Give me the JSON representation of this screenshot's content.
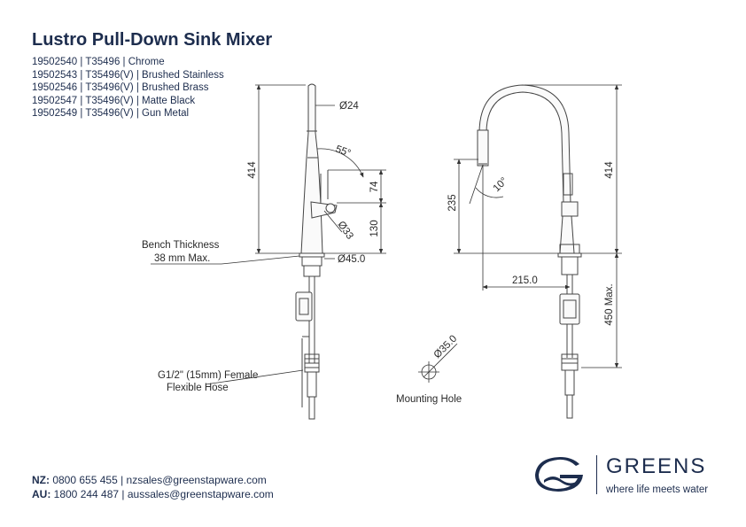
{
  "title": "Lustro Pull-Down Sink Mixer",
  "variants": [
    "19502540 | T35496 | Chrome",
    "19502543 | T35496(V) | Brushed Stainless",
    "19502546 | T35496(V) | Brushed Brass",
    "19502547 | T35496(V) | Matte Black",
    "19502549 | T35496(V) | Gun Metal"
  ],
  "dimensions": {
    "left_height": "414",
    "spout_dia": "Ø24",
    "angle_handle": "55°",
    "handle_rise": "74",
    "handle_height": "130",
    "handle_dia": "Ø33",
    "base_dia": "Ø45.0",
    "right_height": "414",
    "spray_height": "235",
    "spray_angle": "10°",
    "reach": "215.0",
    "below_bench": "450 Max.",
    "hole_dia": "Ø35.0"
  },
  "labels": {
    "bench_line1": "Bench Thickness",
    "bench_line2": "38 mm Max.",
    "hose_line1": "G1/2\" (15mm) Female",
    "hose_line2": "Flexible Hose",
    "mounting_hole": "Mounting Hole"
  },
  "footer": {
    "nz_label": "NZ:",
    "nz_text": " 0800 655 455 | nzsales@greenstapware.com",
    "au_label": "AU:",
    "au_text": " 1800 244 487 | aussales@greenstapware.com"
  },
  "brand": {
    "name": "GREENS",
    "tagline": "where life meets water",
    "logo_icon": "greens-wave-logo",
    "color": "#1d2d4e"
  }
}
